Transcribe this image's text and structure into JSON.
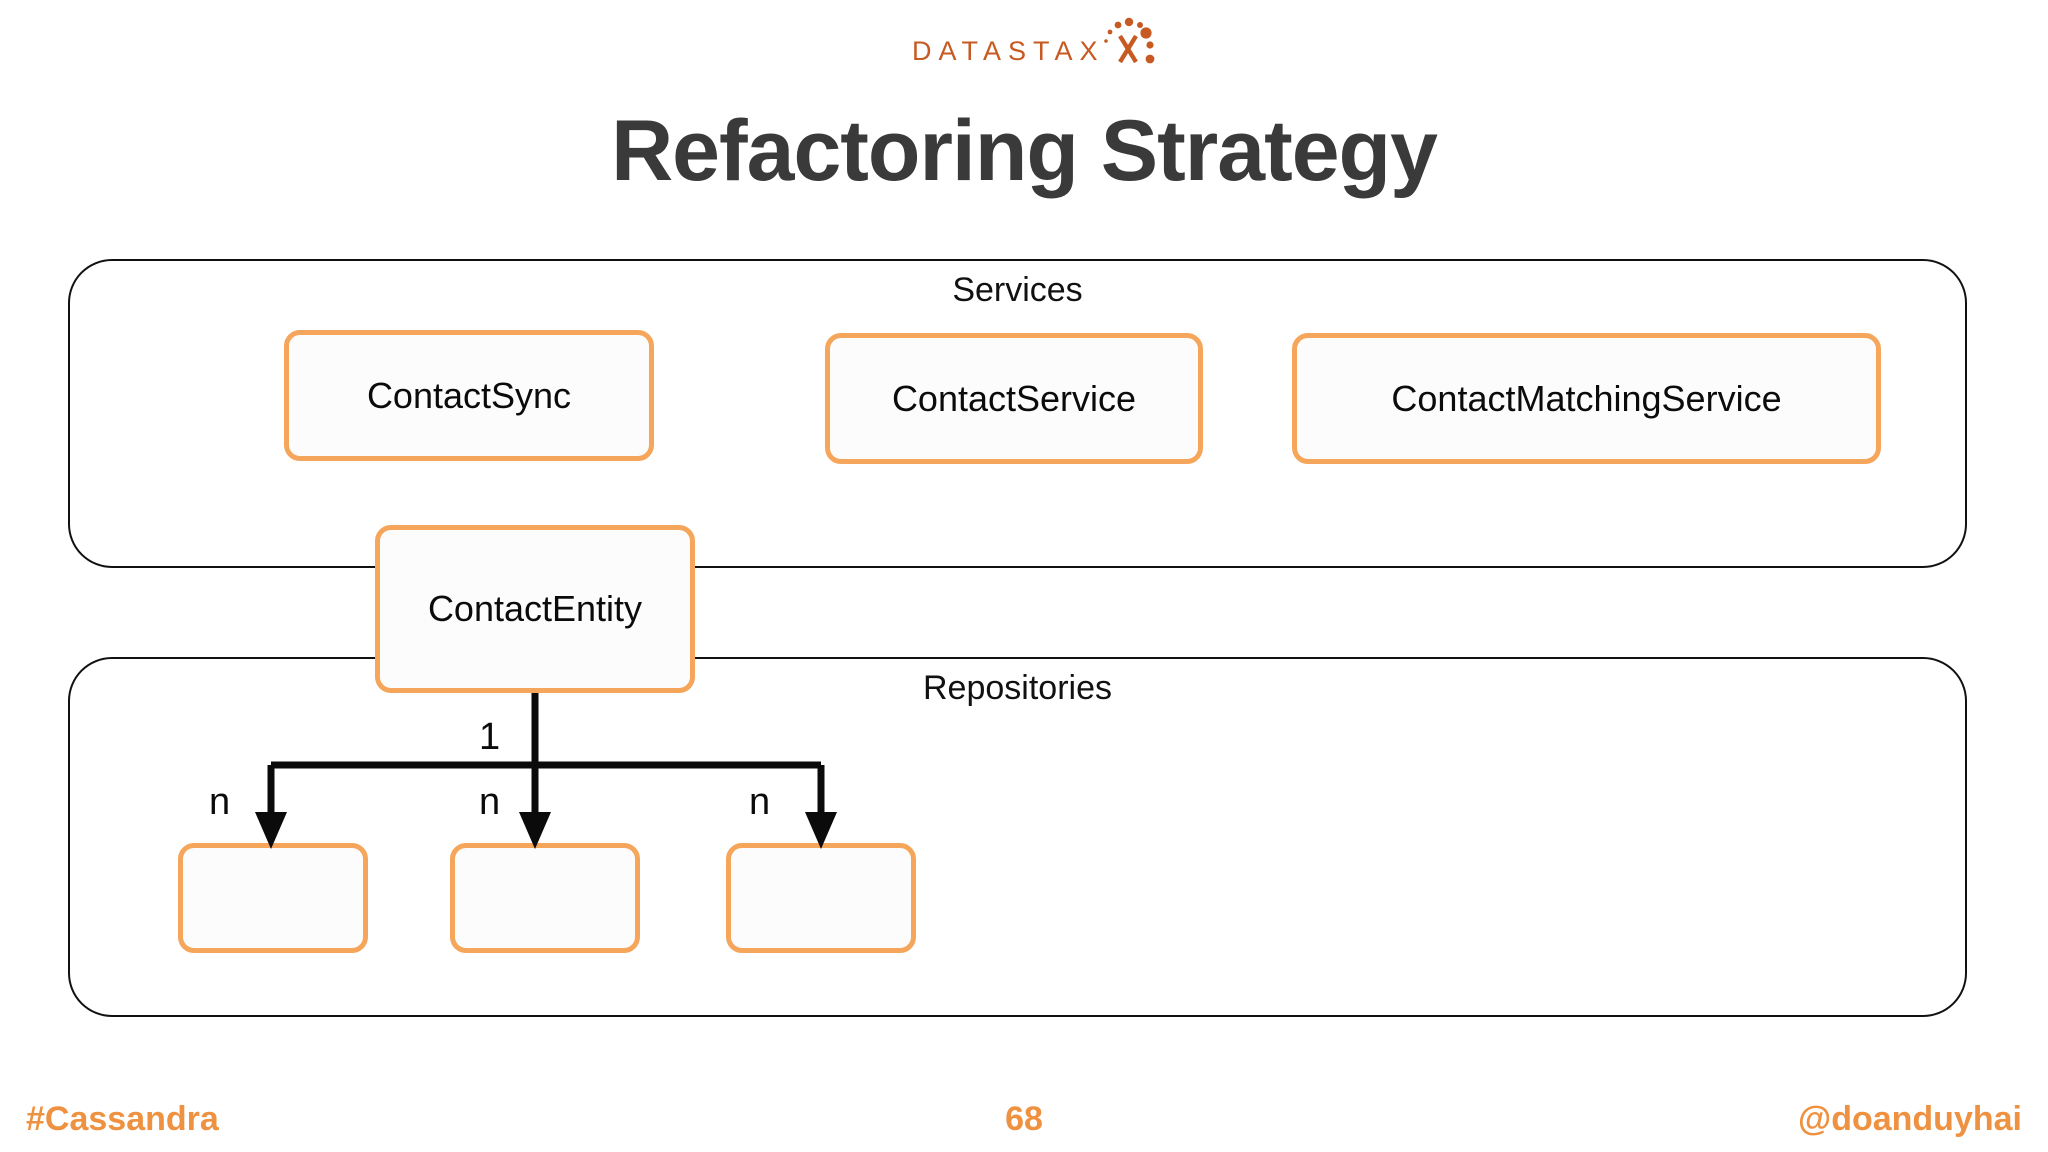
{
  "slide": {
    "title": "Refactoring Strategy",
    "brand": {
      "wordmark": "DATASTAX",
      "swirl_icon": "datastax-swirl-icon",
      "color": "#C65A22"
    },
    "colors": {
      "accent_orange": "#F5A65B",
      "footer_orange": "#EE9140",
      "title_gray": "#3A3A3A",
      "outline_black": "#111111",
      "box_fill": "#FCFCFC"
    }
  },
  "diagram": {
    "type": "layered-architecture",
    "containers": [
      {
        "id": "services",
        "label": "Services"
      },
      {
        "id": "repositories",
        "label": "Repositories"
      }
    ],
    "services": [
      {
        "id": "contactsync",
        "label": "ContactSync"
      },
      {
        "id": "contactservice",
        "label": "ContactService"
      },
      {
        "id": "contactmatchingservice",
        "label": "ContactMatchingService"
      }
    ],
    "entity": {
      "id": "contactentity",
      "label": "ContactEntity"
    },
    "repositories": [
      {
        "id": "repo-1",
        "label": ""
      },
      {
        "id": "repo-2",
        "label": ""
      },
      {
        "id": "repo-3",
        "label": ""
      }
    ],
    "multiplicities": {
      "source": "1",
      "target_1": "n",
      "target_2": "n",
      "target_3": "n"
    }
  },
  "footer": {
    "hashtag": "#Cassandra",
    "page_number": "68",
    "handle": "@doanduyhai"
  }
}
